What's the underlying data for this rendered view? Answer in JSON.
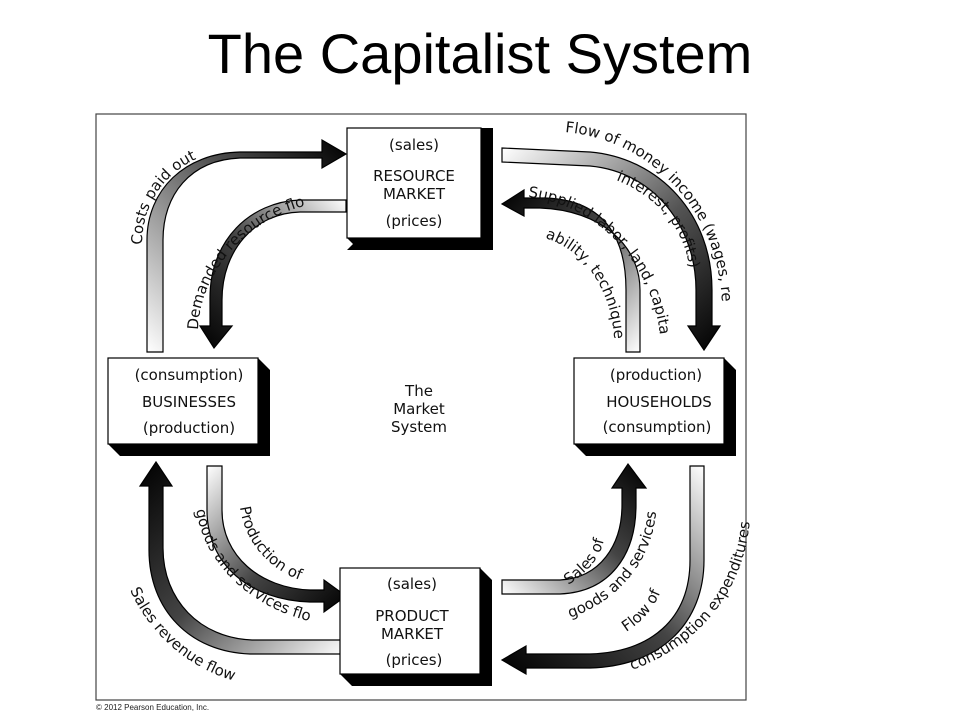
{
  "title": "The Capitalist System",
  "center_label": [
    "The",
    "Market",
    "System"
  ],
  "boxes": {
    "resource_market": {
      "lines": [
        "(sales)",
        "RESOURCE",
        "MARKET",
        "(prices)"
      ]
    },
    "businesses": {
      "lines": [
        "(consumption)",
        "BUSINESSES",
        "(production)"
      ]
    },
    "households": {
      "lines": [
        "(production)",
        "HOUSEHOLDS",
        "(consumption)"
      ]
    },
    "product_market": {
      "lines": [
        "(sales)",
        "PRODUCT",
        "MARKET",
        "(prices)"
      ]
    }
  },
  "flows": {
    "costs_paid_out": "Costs paid out",
    "demanded_resource_flows": "Demanded resource flows",
    "money_income_1": "Flow of money income (wages, rents,",
    "money_income_2": "interest, profits)",
    "supplied_labor_1": "Supplied labor, land, capital,",
    "supplied_labor_2": "ability, technique",
    "production_flow_1": "Production of",
    "production_flow_2": "goods and services flow",
    "sales_revenue": "Sales revenue flow",
    "sales_of_1": "Sales of",
    "sales_of_2": "goods and services",
    "consumption_1": "Flow of",
    "consumption_2": "consumption expenditures"
  },
  "copyright": "© 2012 Pearson Education, Inc."
}
